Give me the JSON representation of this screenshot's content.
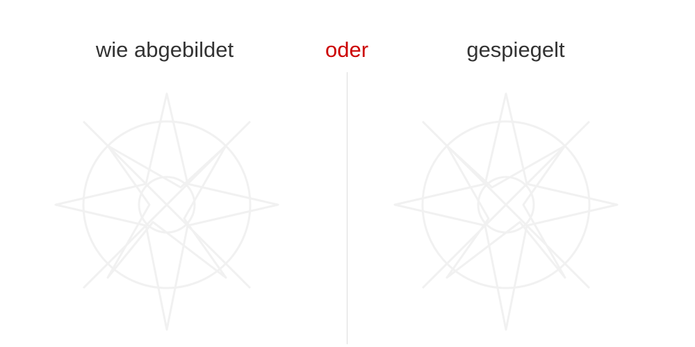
{
  "labels": {
    "as_shown": "wie abgebildet",
    "or": "oder",
    "mirrored": "gespiegelt"
  },
  "colors": {
    "label_text": "#333333",
    "or_text": "#cc0000",
    "divider": "#dcdcdc",
    "motif_stroke": "#f1f1f1"
  },
  "options": [
    {
      "key": "as_shown",
      "mirrored": false
    },
    {
      "key": "mirrored",
      "mirrored": true
    }
  ]
}
